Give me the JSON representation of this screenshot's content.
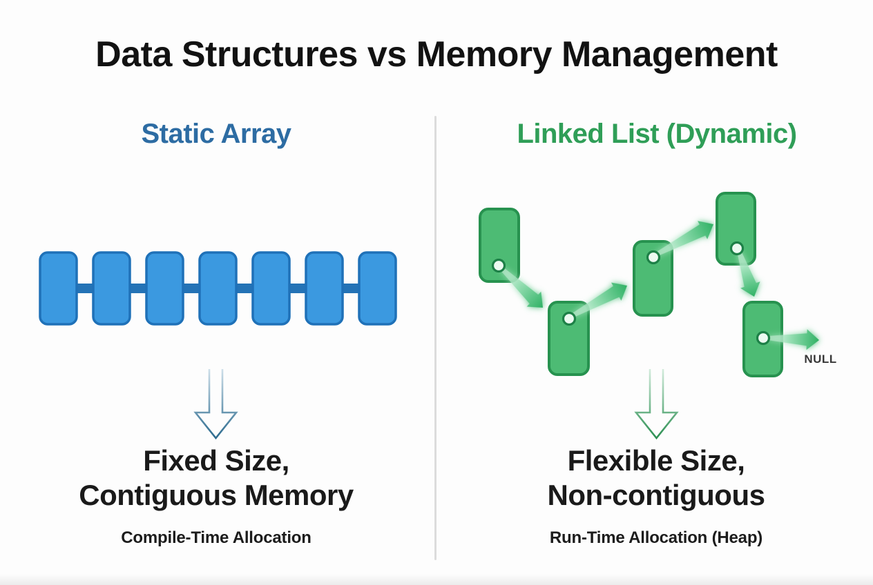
{
  "title": "Data Structures vs Memory Management",
  "left_panel": {
    "heading": "Static Array",
    "heading_color": "#2d6ca3",
    "diagram": {
      "type": "static-array",
      "cell_count": 7,
      "cell_fill": "#3b99e0",
      "cell_border": "#1f71b8",
      "connector_color": "#2473b6"
    },
    "down_arrow_color": "#2b6a8e",
    "result_line1": "Fixed Size,",
    "result_line2": "Contiguous Memory",
    "caption": "Compile-Time Allocation"
  },
  "right_panel": {
    "heading": "Linked List (Dynamic)",
    "heading_color": "#2f9e57",
    "diagram": {
      "type": "linked-list",
      "node_count": 5,
      "node_fill": "#4dbb74",
      "node_border": "#27924f",
      "pointer_circle_fill": "#ecfaf1",
      "pointer_circle_border": "#1d8047",
      "pointer_arrow_color": "#2fb164",
      "terminator_label": "NULL"
    },
    "down_arrow_color": "#2b8f52",
    "result_line1": "Flexible Size,",
    "result_line2": "Non-contiguous",
    "caption": "Run-Time Allocation (Heap)"
  }
}
